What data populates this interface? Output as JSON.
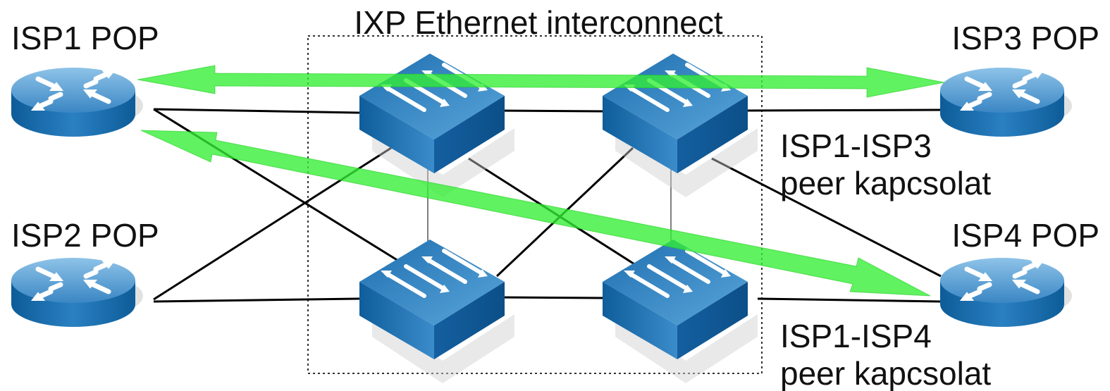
{
  "title": "IXP Ethernet interconnect",
  "routers": {
    "isp1": "ISP1 POP",
    "isp2": "ISP2 POP",
    "isp3": "ISP3 POP",
    "isp4": "ISP4 POP"
  },
  "peering": [
    {
      "line1": "ISP1-ISP3",
      "line2": "peer kapcsolat"
    },
    {
      "line1": "ISP1-ISP4",
      "line2": "peer kapcsolat"
    }
  ],
  "colors": {
    "router_blue": "#1e73b4",
    "switch_blue": "#2a7bbf",
    "arrow_green": "#33ee33",
    "link": "#000000",
    "frame": "#333333"
  },
  "icons": {
    "router": "router-icon",
    "switch": "switch-icon"
  }
}
